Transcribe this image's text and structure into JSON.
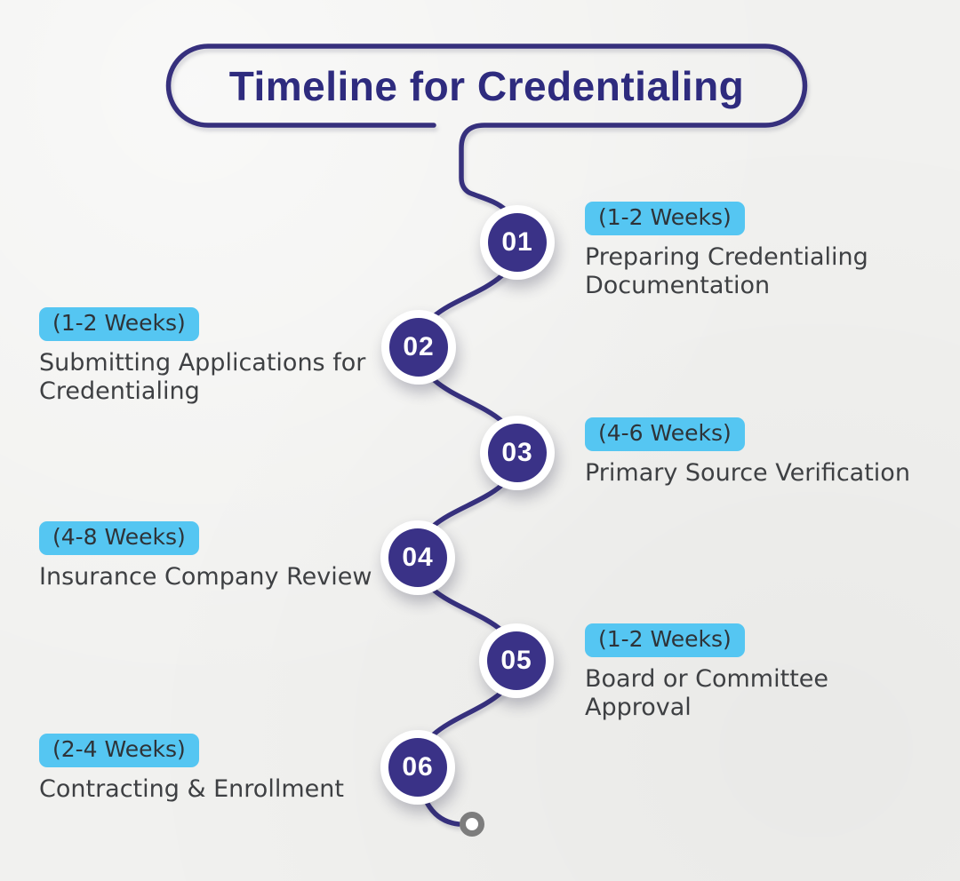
{
  "colors": {
    "bg": "#f1f1ef",
    "indigo": "#36307d",
    "circle": "#3a3287",
    "badge": "#55c6f2",
    "text": "#3e4043",
    "title": "#2e2b7e",
    "end_gray": "#7d7d7d"
  },
  "title": {
    "text": "Timeline for Credentialing"
  },
  "steps": [
    {
      "num": "01",
      "duration": "(1-2 Weeks)",
      "label": "Preparing Credentialing Documentation"
    },
    {
      "num": "02",
      "duration": "(1-2 Weeks)",
      "label": "Submitting Applications for Credentialing"
    },
    {
      "num": "03",
      "duration": "(4-6 Weeks)",
      "label": "Primary Source Verification"
    },
    {
      "num": "04",
      "duration": "(4-8 Weeks)",
      "label": "Insurance Company Review"
    },
    {
      "num": "05",
      "duration": "(1-2 Weeks)",
      "label": "Board or Committee Approval"
    },
    {
      "num": "06",
      "duration": "(2-4 Weeks)",
      "label": "Contracting & Enrollment"
    }
  ]
}
